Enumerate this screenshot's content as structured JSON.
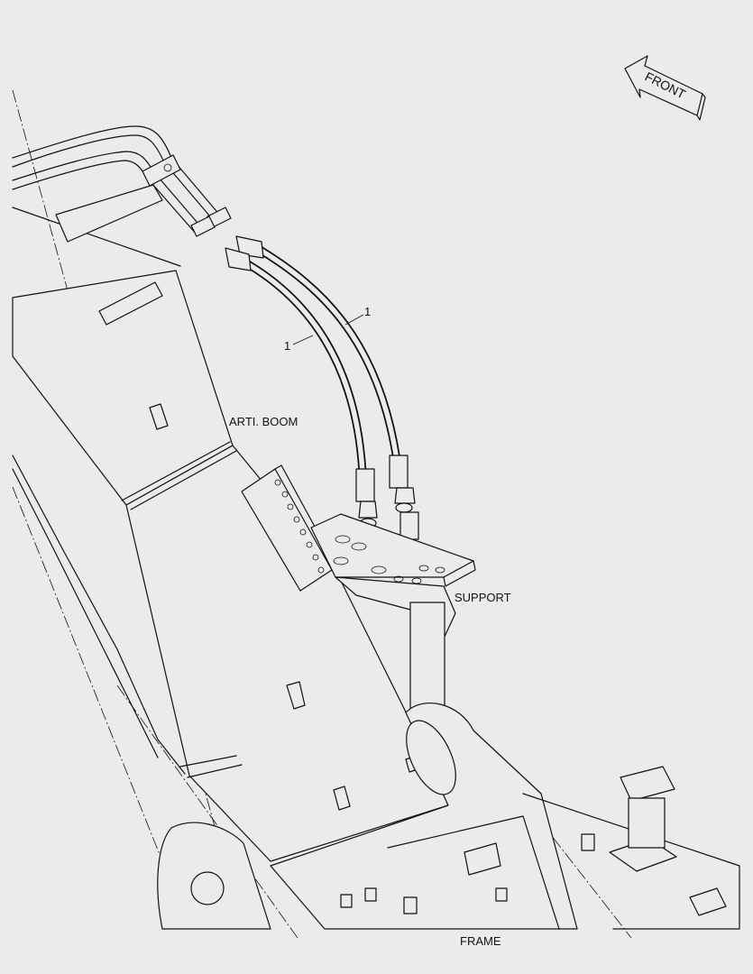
{
  "labels": {
    "front": "FRONT",
    "boom": "ARTI. BOOM",
    "support": "SUPPORT",
    "frame": "FRAME",
    "callout_1a": "1",
    "callout_1b": "1"
  }
}
